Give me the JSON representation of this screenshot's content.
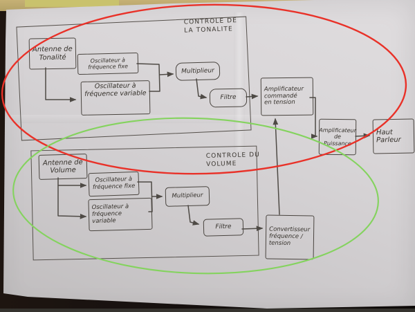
{
  "tone_section": {
    "title": [
      "CONTROLE DE",
      "LA TONALITE"
    ],
    "antenna": [
      "Antenne de",
      "Tonalité"
    ],
    "oscillator_fixed": [
      "Oscillateur à",
      "fréquence fixe"
    ],
    "oscillator_variable": [
      "Oscillateur à",
      "fréquence variable"
    ],
    "multiplier": "Multiplieur",
    "filter": "Filtre"
  },
  "volume_section": {
    "title": [
      "CONTROLE DU",
      "VOLUME"
    ],
    "antenna": [
      "Antenne de",
      "Volume"
    ],
    "oscillator_fixed": [
      "Oscillateur à",
      "fréquence fixe"
    ],
    "oscillator_variable": [
      "Oscillateur à",
      "fréquence",
      "variable"
    ],
    "multiplier": "Multiplieur",
    "filter": "Filtre"
  },
  "output_chain": {
    "voltage_controlled_amplifier": [
      "Amplificateur",
      "commandé",
      "en tension"
    ],
    "power_amplifier": [
      "Amplificateur",
      "de",
      "Puissance"
    ],
    "speaker": [
      "Haut",
      "Parleur"
    ],
    "frequency_voltage_converter": [
      "Convertisseur",
      "fréquence /",
      "tension"
    ]
  },
  "annotations": {
    "tone_loop_color": "#e93128",
    "volume_loop_color": "#84d35e",
    "pencil_color": "#4e4a45"
  }
}
